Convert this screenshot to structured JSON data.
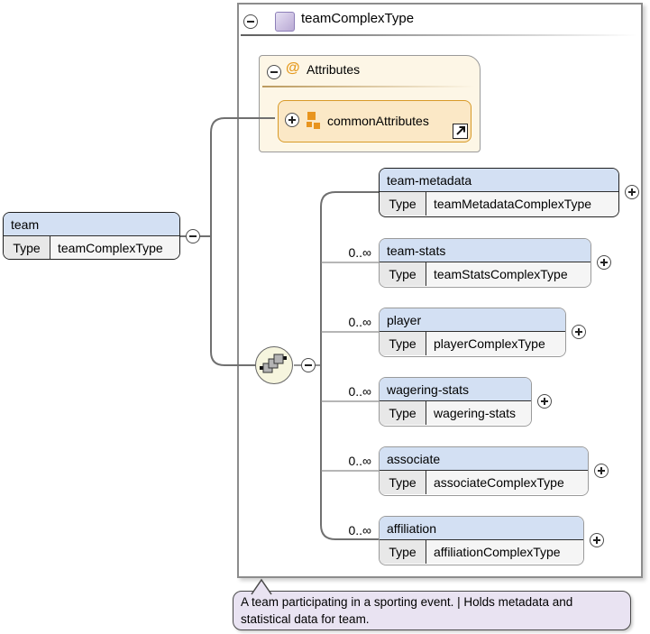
{
  "diagram": {
    "type_label": "Type",
    "container": {
      "title": "teamComplexType"
    },
    "attributes": {
      "title": "Attributes",
      "at_symbol": "@",
      "items": [
        {
          "name": "commonAttributes"
        }
      ]
    },
    "element": {
      "name": "team",
      "type": "teamComplexType"
    },
    "children": [
      {
        "name": "team-metadata",
        "type": "teamMetadataComplexType",
        "occurrence": ""
      },
      {
        "name": "team-stats",
        "type": "teamStatsComplexType",
        "occurrence": "0..∞"
      },
      {
        "name": "player",
        "type": "playerComplexType",
        "occurrence": "0..∞"
      },
      {
        "name": "wagering-stats",
        "type": "wagering-stats",
        "occurrence": "0..∞"
      },
      {
        "name": "associate",
        "type": "associateComplexType",
        "occurrence": "0..∞"
      },
      {
        "name": "affiliation",
        "type": "affiliationComplexType",
        "occurrence": "0..∞"
      }
    ],
    "annotation": {
      "text": "A team participating in a sporting event. | Holds metadata and statistical data for team."
    },
    "icons": {
      "collapse": "minus-circle",
      "expand": "plus-circle",
      "compositor": "sequence",
      "link": "diagonal-arrow"
    },
    "colors": {
      "element_header": "#d3e0f3",
      "type_cell": "#e8e8e8",
      "value_cell": "#f5f5f5",
      "attributes_bg": "#fdf6e6",
      "attribute_group_bg": "#fbe8c6",
      "attribute_group_border": "#d89a28",
      "orange_accent": "#e59a1e",
      "complextype_icon": "#cdc1e2",
      "sequence_bg": "#f6f5de",
      "annotation_bg": "#e9e3f2",
      "container_border": "#8c8c8c"
    }
  }
}
